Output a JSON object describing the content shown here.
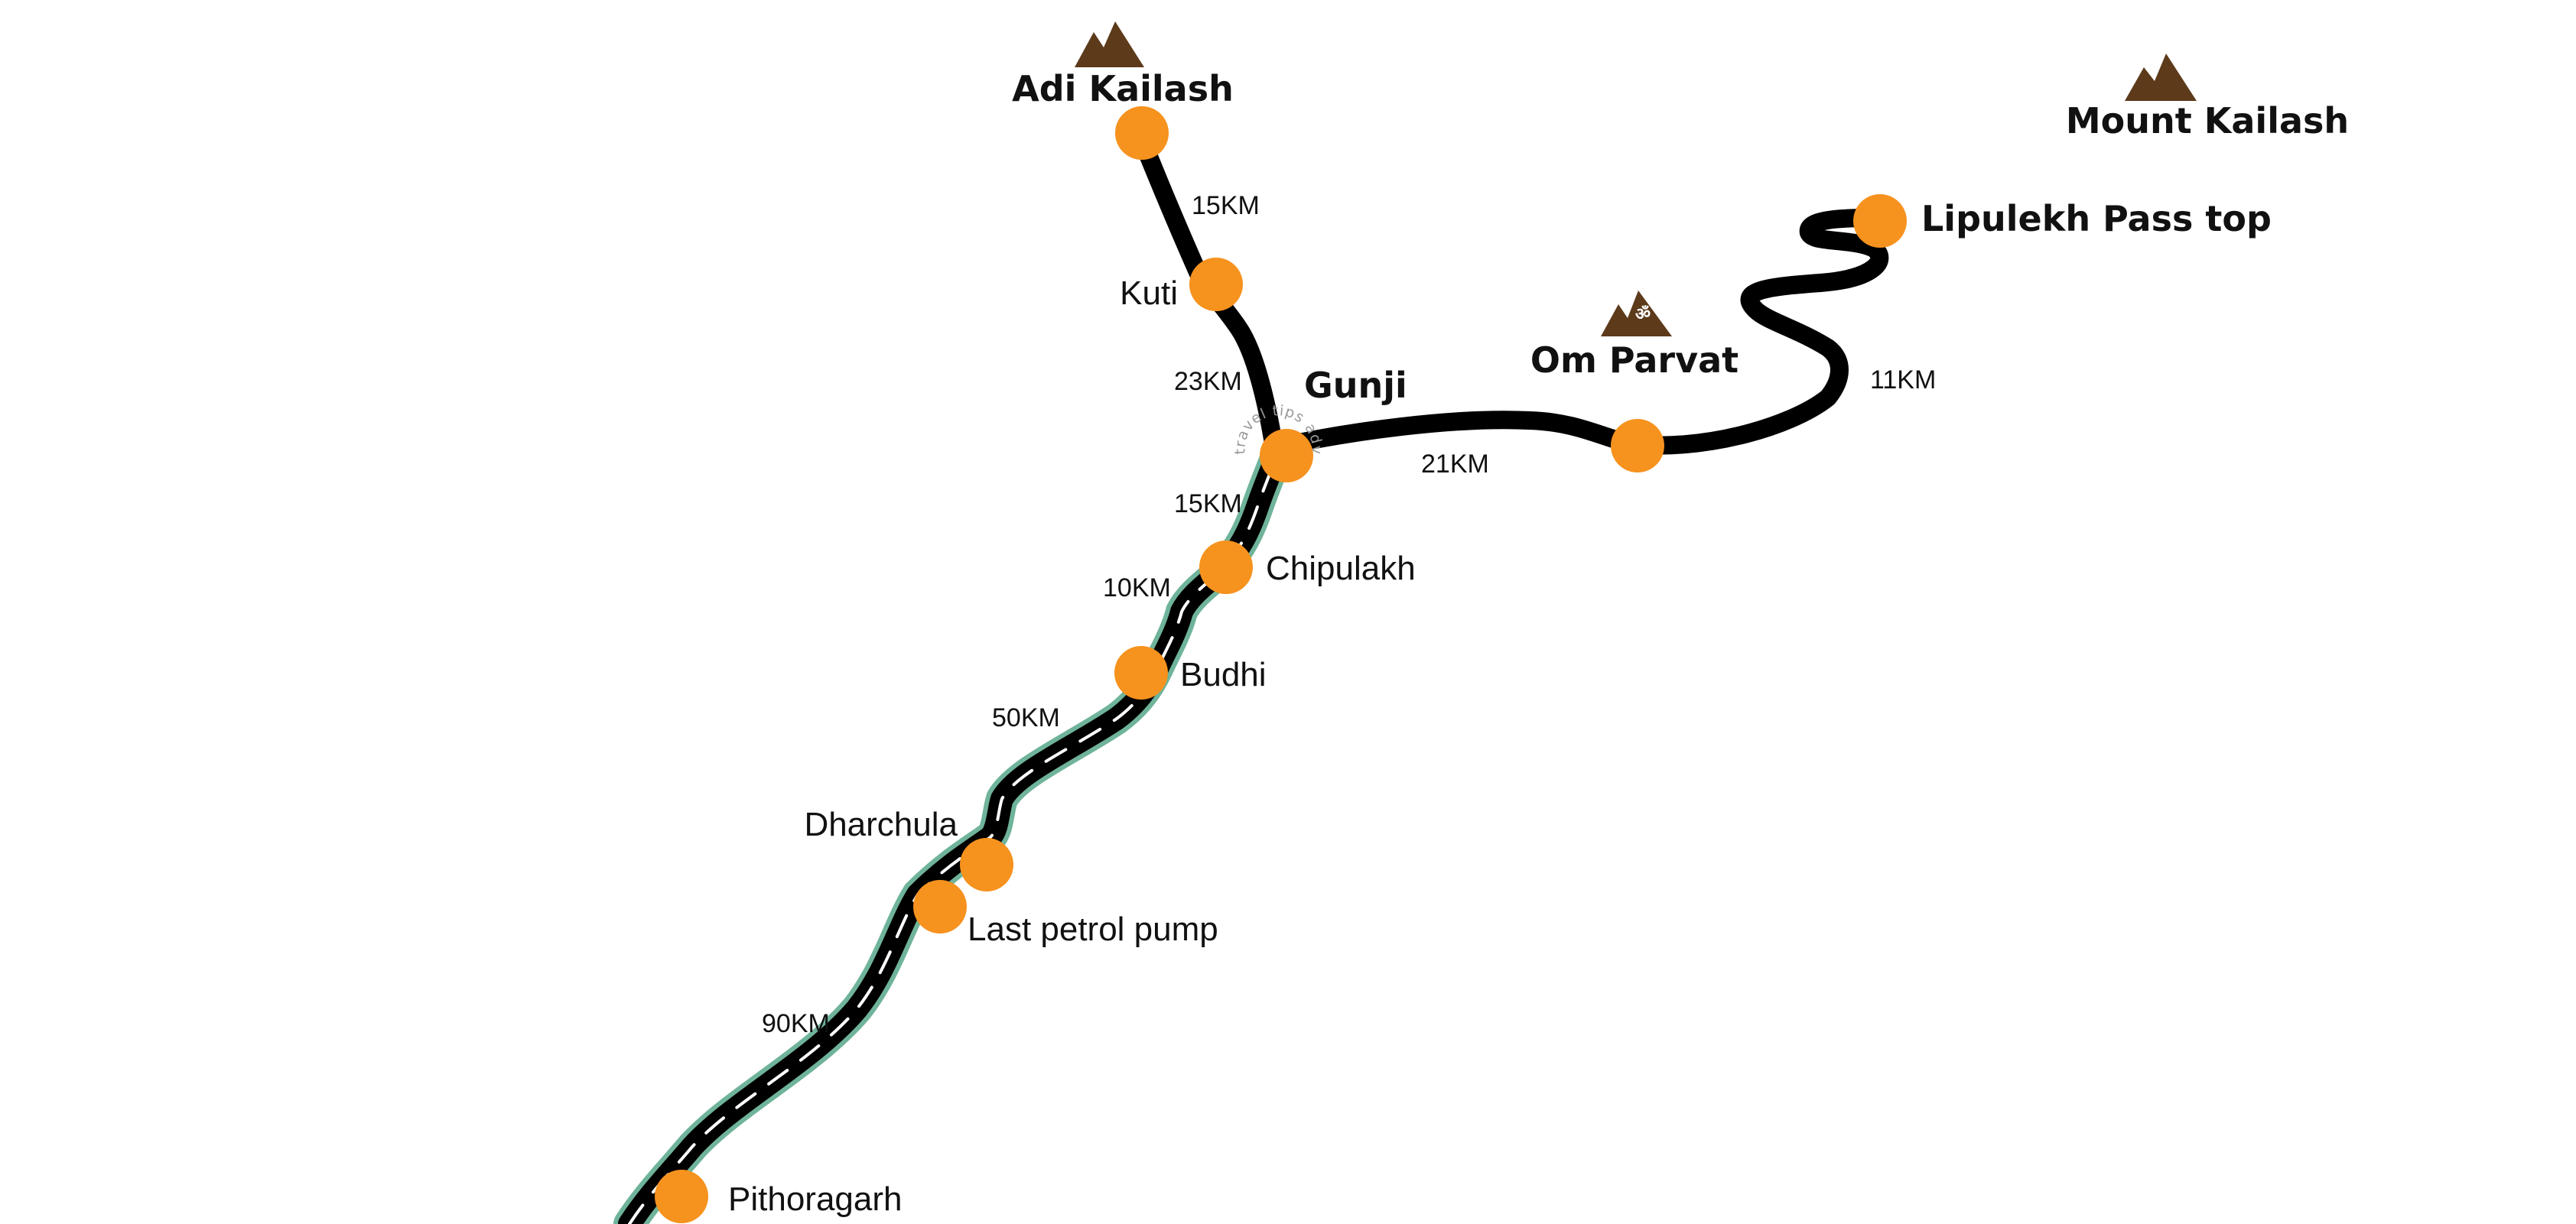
{
  "colors": {
    "road": "#000000",
    "road_edge": "#6fb49a",
    "lane_dash": "#ffffff",
    "stop": "#f6921e",
    "peak": "#5c3a1a",
    "text": "#111111",
    "background": "#ffffff"
  },
  "peaks": {
    "adi_kailash": "Adi Kailash",
    "om_parvat": "Om Parvat",
    "mount_kailash": "Mount Kailash",
    "om_symbol": "ॐ"
  },
  "places": {
    "kuti": "Kuti",
    "gunji": "Gunji",
    "chipulakh": "Chipulakh",
    "budhi": "Budhi",
    "dharchula": "Dharchula",
    "last_petrol_pump": "Last petrol pump",
    "pithoragarh": "Pithoragarh",
    "lipulekh": "Lipulekh Pass top"
  },
  "distances": {
    "adi_kailash_kuti": "15KM",
    "kuti_gunji": "23KM",
    "gunji_chipulakh": "15KM",
    "chipulakh_budhi": "10KM",
    "budhi_dharchula": "50KM",
    "pithoragarh_petrol_pump": "90KM",
    "gunji_om_parvat": "21KM",
    "om_parvat_lipulekh": "11KM"
  },
  "stamp_text": "travel tips adventures"
}
